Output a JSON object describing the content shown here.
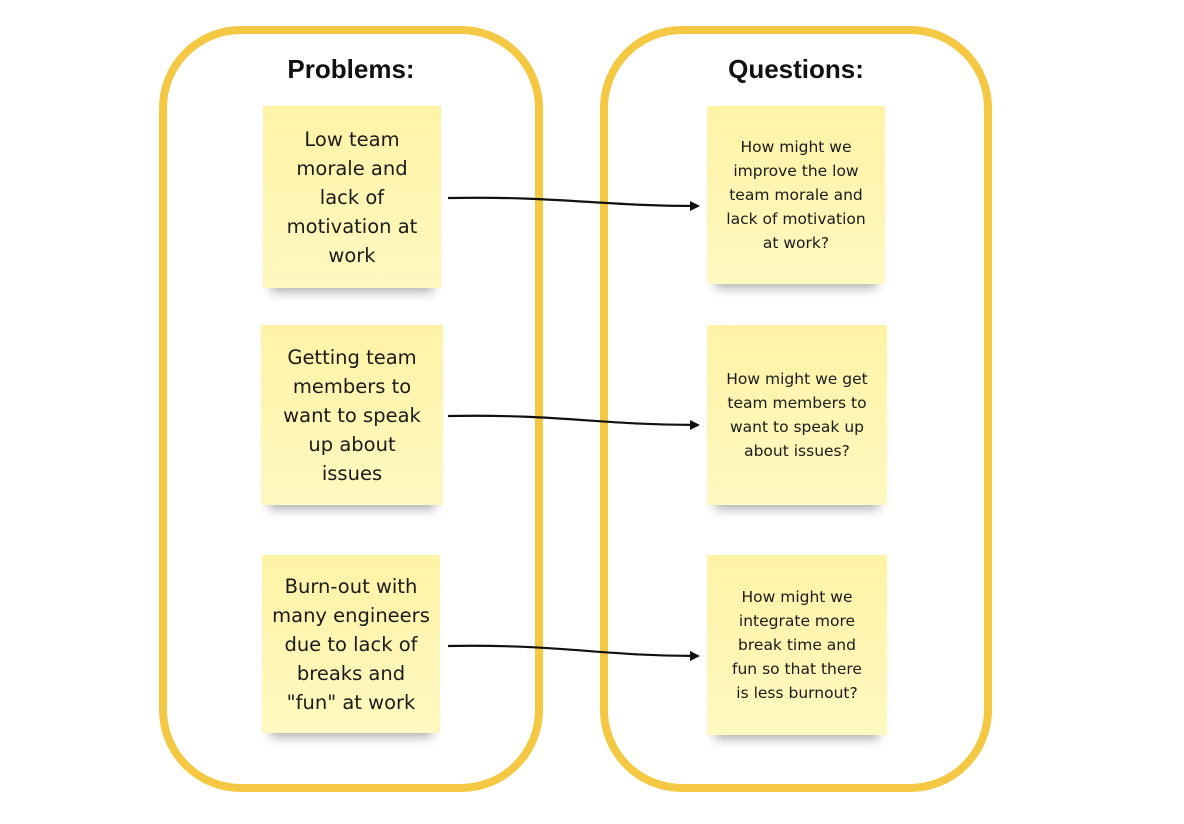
{
  "problems": {
    "title": "Problems:",
    "items": [
      {
        "text": "Low team\nmorale and\nlack of\nmotivation at\nwork"
      },
      {
        "text": "Getting team\nmembers to\nwant to speak\nup about\nissues"
      },
      {
        "text": "Burn-out with\nmany engineers\ndue to lack of\nbreaks and\n\"fun\" at work"
      }
    ]
  },
  "questions": {
    "title": "Questions:",
    "items": [
      {
        "text": "How might we\nimprove the low\nteam morale and\nlack of motivation\nat work?"
      },
      {
        "text": "How might we get\nteam members to\nwant to speak up\nabout issues?"
      },
      {
        "text": "How might we\nintegrate more\nbreak time and\nfun so that there\nis less burnout?"
      }
    ]
  },
  "colors": {
    "frame": "#f4c842",
    "sticky": "#fff6b3",
    "arrow": "#111111"
  }
}
